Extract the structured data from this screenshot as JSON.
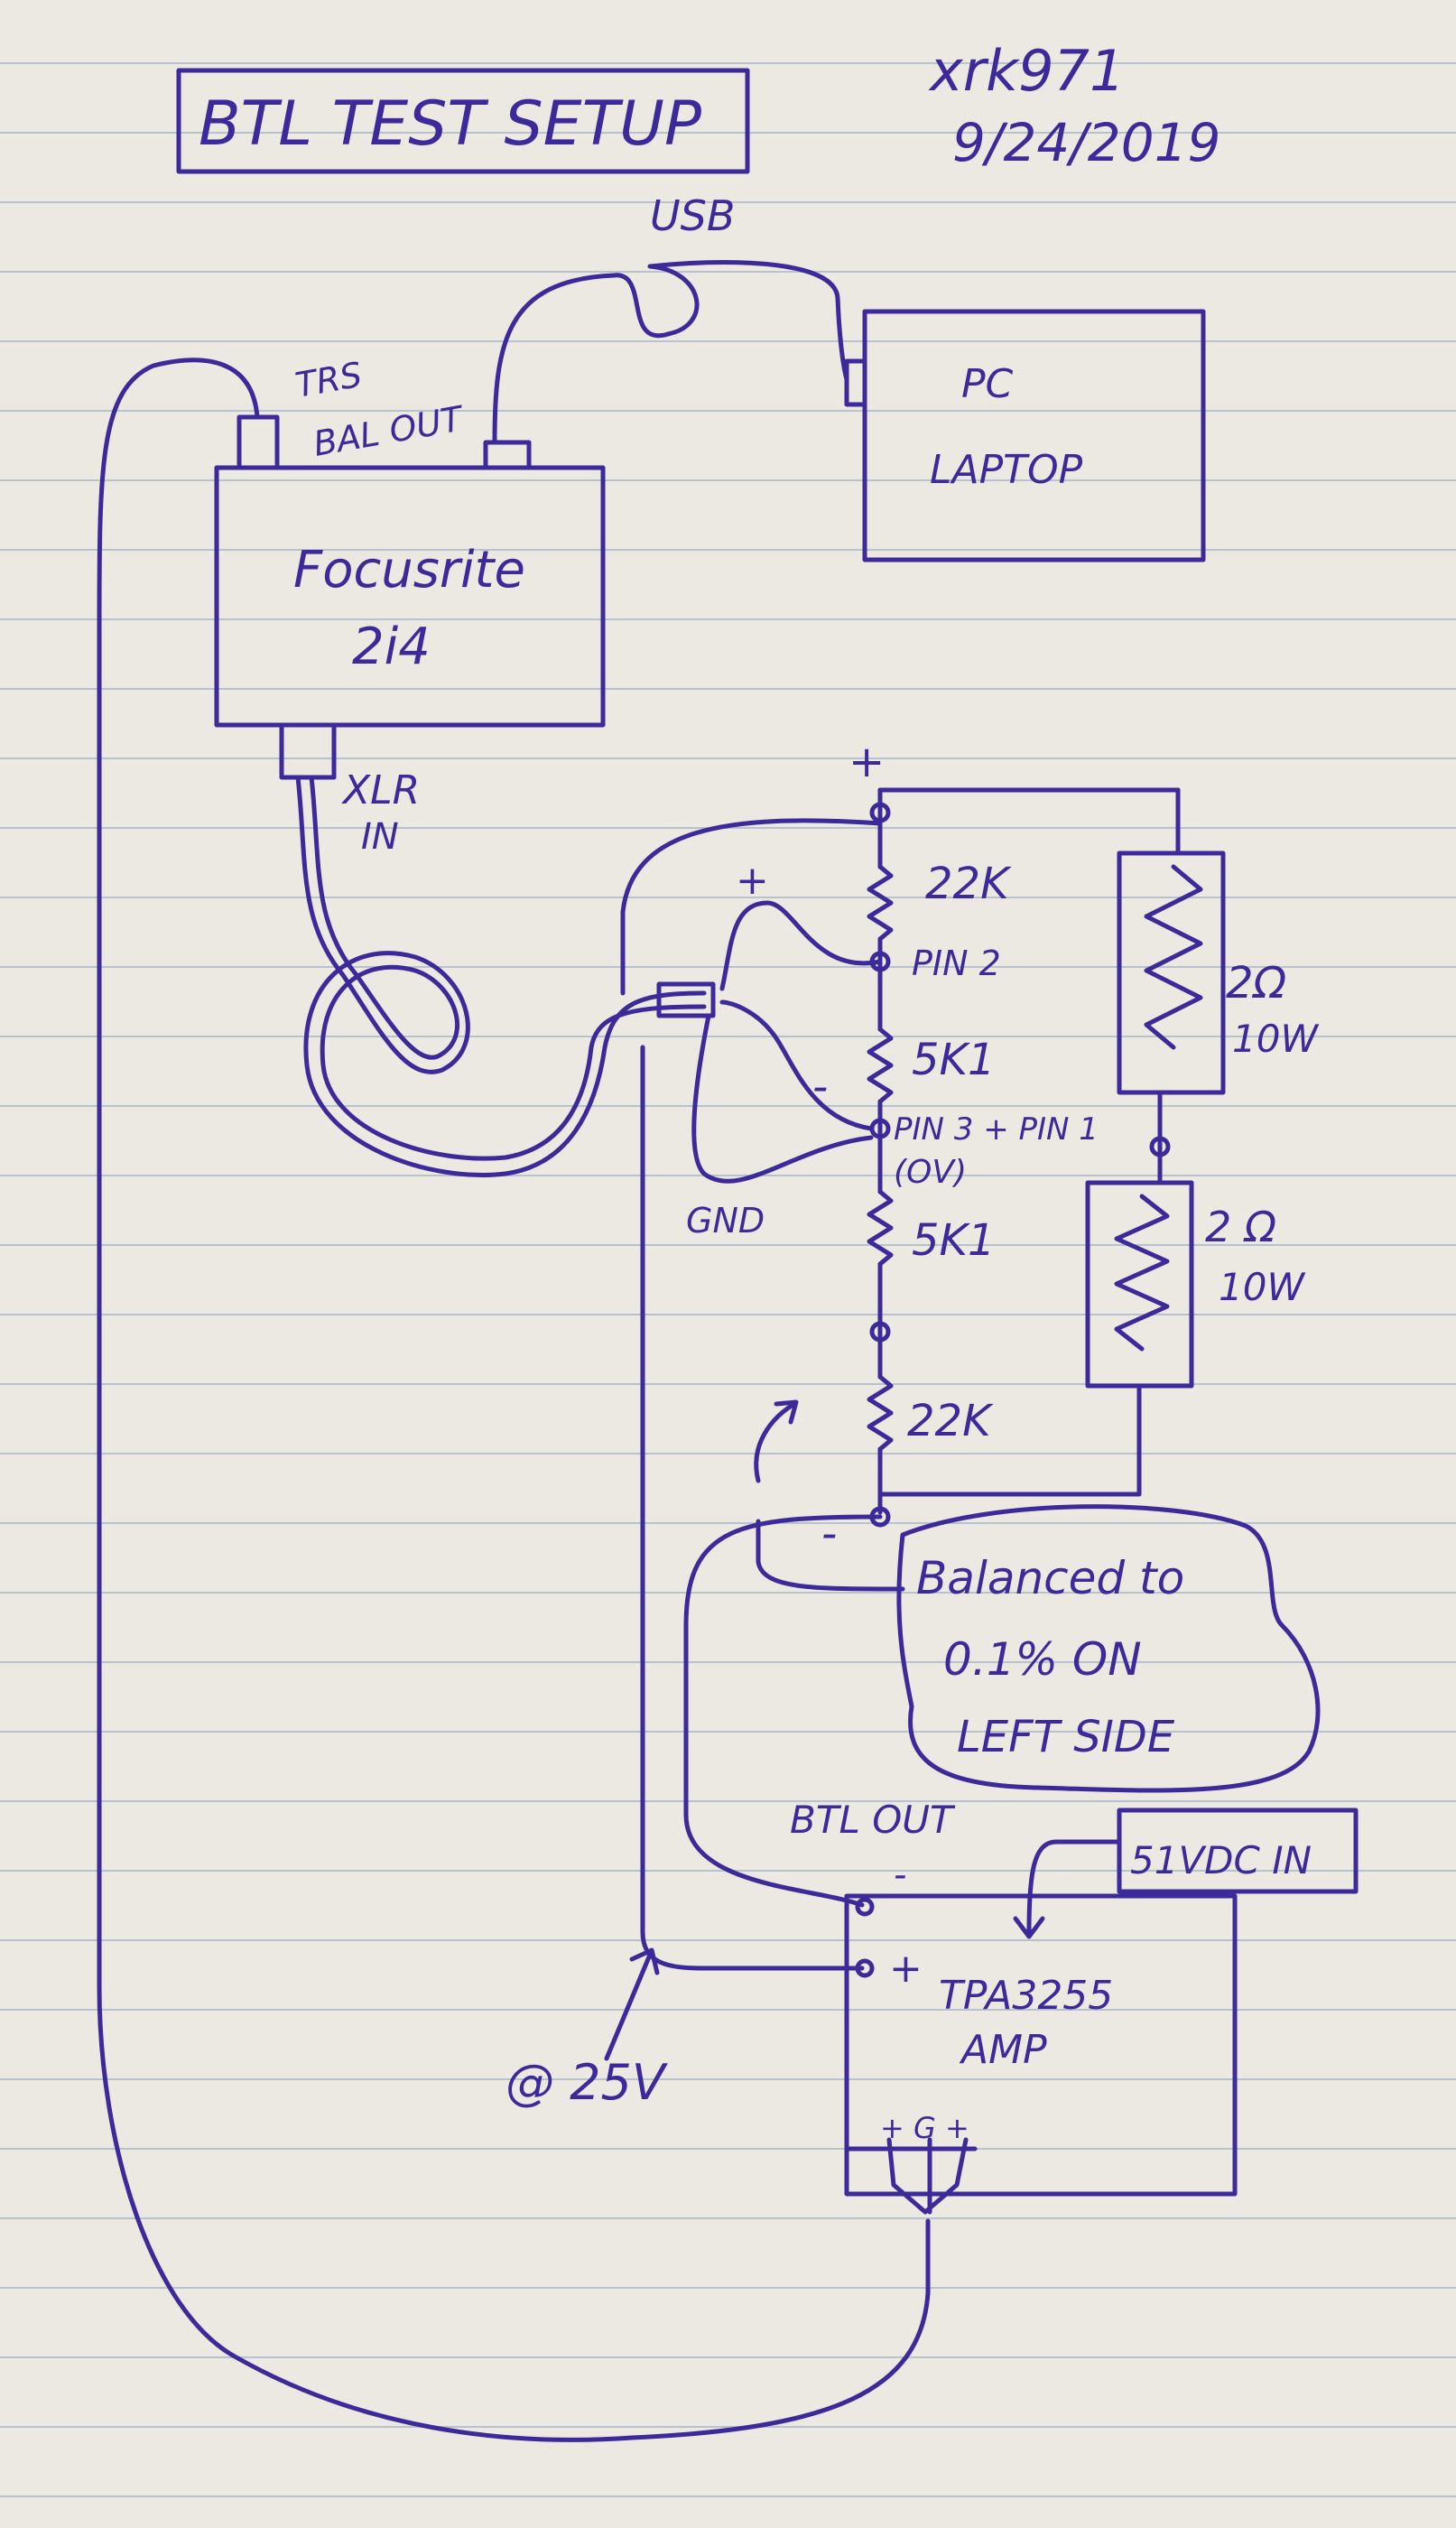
{
  "title": "BTL TEST SETUP",
  "author": "xrk971",
  "date": "9/24/2019",
  "usb_label": "USB",
  "trs_label_1": "TRS",
  "trs_label_2": "BAL OUT",
  "pc": {
    "line1": "PC",
    "line2": "LAPTOP"
  },
  "focusrite": {
    "line1": "Focusrite",
    "line2": "2i4"
  },
  "xlr_label_1": "XLR",
  "xlr_label_2": "IN",
  "plus_top": "+",
  "plus_input": "+",
  "minus_input": "-",
  "minus_bottom": "-",
  "resistors": {
    "r1": "22K",
    "pin2": "PIN 2",
    "r2": "5K1",
    "pin3": "PIN 3 + PIN 1",
    "ov": "(OV)",
    "r3": "5K1",
    "r4": "22K",
    "big1_value": "2Ω",
    "big1_power": "10W",
    "big2_value": "2 Ω",
    "big2_power": "10W"
  },
  "gnd_label": "GND",
  "note": {
    "line1": "Balanced to",
    "line2": "0.1% ON",
    "line3": "LEFT SIDE"
  },
  "btl_out": "BTL OUT",
  "amp": {
    "minus": "-",
    "plus": "+",
    "line1": "TPA3255",
    "line2": "AMP",
    "bottom": "+ G +"
  },
  "supply": "51VDC IN",
  "voltage_note": "@ 25V",
  "colors": {
    "ink": "#3d2a9a",
    "paper": "#ece9e2",
    "rule": "#b9c2cc"
  }
}
